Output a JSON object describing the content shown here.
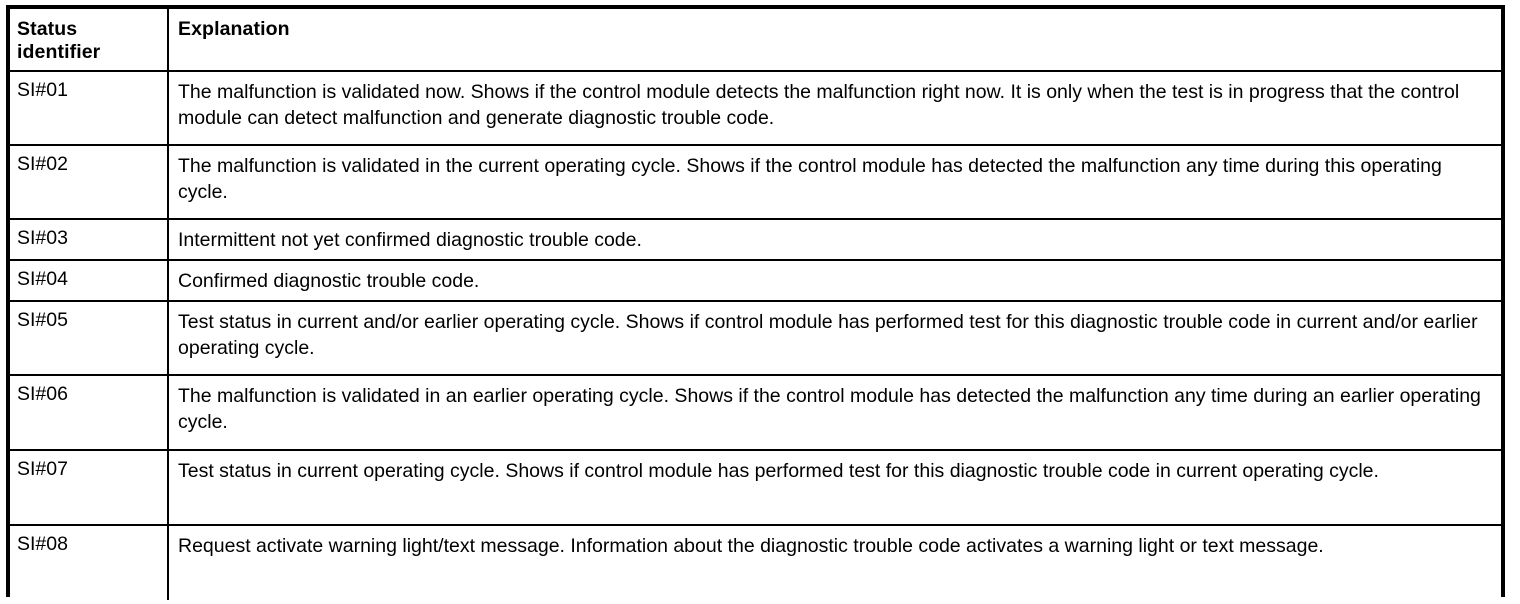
{
  "document": {
    "type": "table",
    "title": "Status identifier explanation table",
    "border_color": "#000000",
    "background_color": "#ffffff",
    "text_color": "#000000"
  },
  "table": {
    "columns": [
      {
        "key": "status_identifier",
        "header_lines": [
          "Status",
          "identifier"
        ],
        "header": "Status identifier"
      },
      {
        "key": "explanation",
        "header_lines": [
          "Explanation"
        ],
        "header": "Explanation"
      }
    ],
    "rows": [
      {
        "status_identifier": "SI#01",
        "explanation": "The malfunction is validated now. Shows if the control module detects the malfunction right now. It is only when the test is in progress that the control module can detect malfunction and generate diagnostic trouble code."
      },
      {
        "status_identifier": "SI#02",
        "explanation": "The malfunction is validated in the current operating cycle. Shows if the control module has detected the malfunction any time during this operating cycle."
      },
      {
        "status_identifier": "SI#03",
        "explanation": "Intermittent not yet confirmed diagnostic trouble code."
      },
      {
        "status_identifier": "SI#04",
        "explanation": "Confirmed diagnostic trouble code."
      },
      {
        "status_identifier": "SI#05",
        "explanation": "Test status in current and/or earlier operating cycle. Shows if control module has performed test for this diagnostic trouble code in current and/or earlier operating cycle."
      },
      {
        "status_identifier": "SI#06",
        "explanation": "The malfunction is validated in an earlier operating cycle. Shows if the control module has detected the malfunction any time during an earlier operating cycle."
      },
      {
        "status_identifier": "SI#07",
        "explanation": "Test status in current operating cycle. Shows if control module has performed test for this diagnostic trouble code in current operating cycle."
      },
      {
        "status_identifier": "SI#08",
        "explanation": "Request activate warning light/text message. Information about the diagnostic trouble code activates a warning light or text message."
      }
    ]
  }
}
